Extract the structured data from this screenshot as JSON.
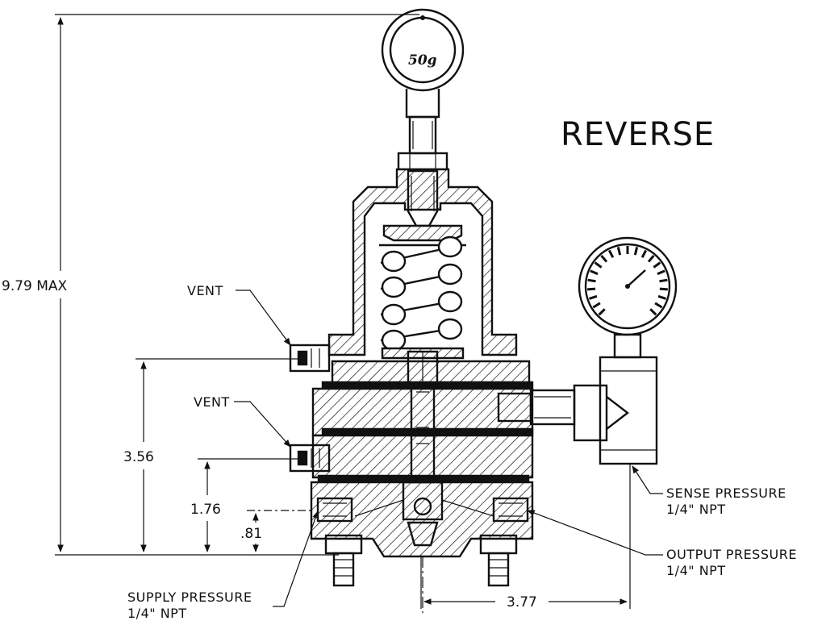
{
  "title": "REVERSE",
  "gauge_top_text": "50g",
  "labels": {
    "vent_upper": "VENT",
    "vent_lower": "VENT",
    "sense_pressure": "SENSE PRESSURE",
    "sense_pressure_size": "1/4\" NPT",
    "output_pressure": "OUTPUT PRESSURE",
    "output_pressure_size": "1/4\" NPT",
    "supply_pressure": "SUPPLY PRESSURE",
    "supply_pressure_size": "1/4\" NPT"
  },
  "dimensions": {
    "overall_height": "9.79 MAX",
    "height_356": "3.56",
    "height_176": "1.76",
    "height_081": ".81",
    "width_377": "3.77"
  }
}
